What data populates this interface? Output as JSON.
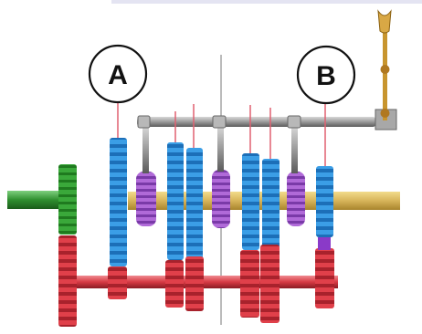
{
  "callouts": [
    {
      "id": "a",
      "label": "A"
    },
    {
      "id": "b",
      "label": "B"
    }
  ],
  "colors": {
    "input_shaft": "#2f8f2f",
    "input_gear": "#3aa83a",
    "upper_gears": "#3b9ee6",
    "lower_gears": "#e0404a",
    "counter_shaft": "#d63a44",
    "main_shaft": "#d7b45a",
    "synchronizers": "#a052c8",
    "selector_rod": "#9a9a9a",
    "shift_lever": "#c8952e",
    "callout_line": "#e06070",
    "callout_circle": "#111111"
  },
  "icons": {
    "shift_knob": "shift-knob-icon"
  }
}
